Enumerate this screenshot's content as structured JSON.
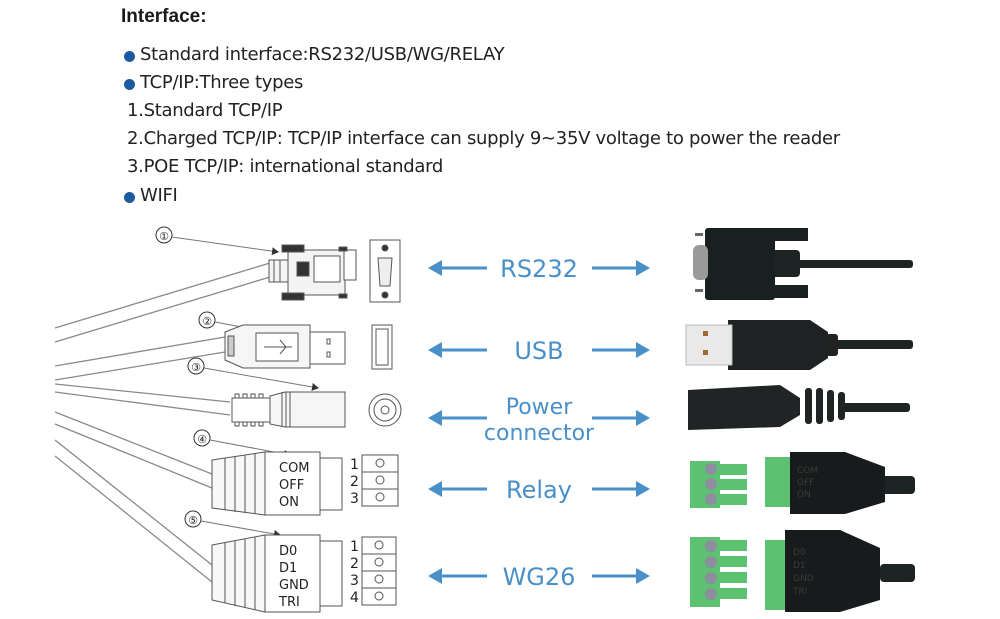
{
  "heading": "Interface:",
  "bullets": [
    {
      "text": "Standard interface:RS232/USB/WG/RELAY"
    },
    {
      "text": "TCP/IP:Three types",
      "sub_items": [
        "1.Standard TCP/IP",
        "2.Charged TCP/IP: TCP/IP interface can supply 9~35V voltage to power the reader",
        "3.POE TCP/IP: international standard"
      ]
    },
    {
      "text": "WIFI"
    }
  ],
  "bullet_color": "#1d5aa0",
  "diagram": {
    "callouts": [
      "①",
      "②",
      "③",
      "④",
      "⑤"
    ],
    "connectors": [
      {
        "name": "RS232",
        "label": "RS232"
      },
      {
        "name": "USB",
        "label": "USB"
      },
      {
        "name": "Power",
        "label_line1": "Power",
        "label_line2": "connector"
      },
      {
        "name": "Relay",
        "label": "Relay",
        "pins": [
          "COM",
          "OFF",
          "ON"
        ],
        "pin_numbers": [
          "1",
          "2",
          "3"
        ]
      },
      {
        "name": "WG26",
        "label": "WG26",
        "pins": [
          "D0",
          "D1",
          "GND",
          "TRI"
        ],
        "pin_numbers": [
          "1",
          "2",
          "3",
          "4"
        ]
      }
    ],
    "label_color": "#4a90c8",
    "terminal_color": "#5cc271",
    "cable_color": "#1e2424"
  }
}
